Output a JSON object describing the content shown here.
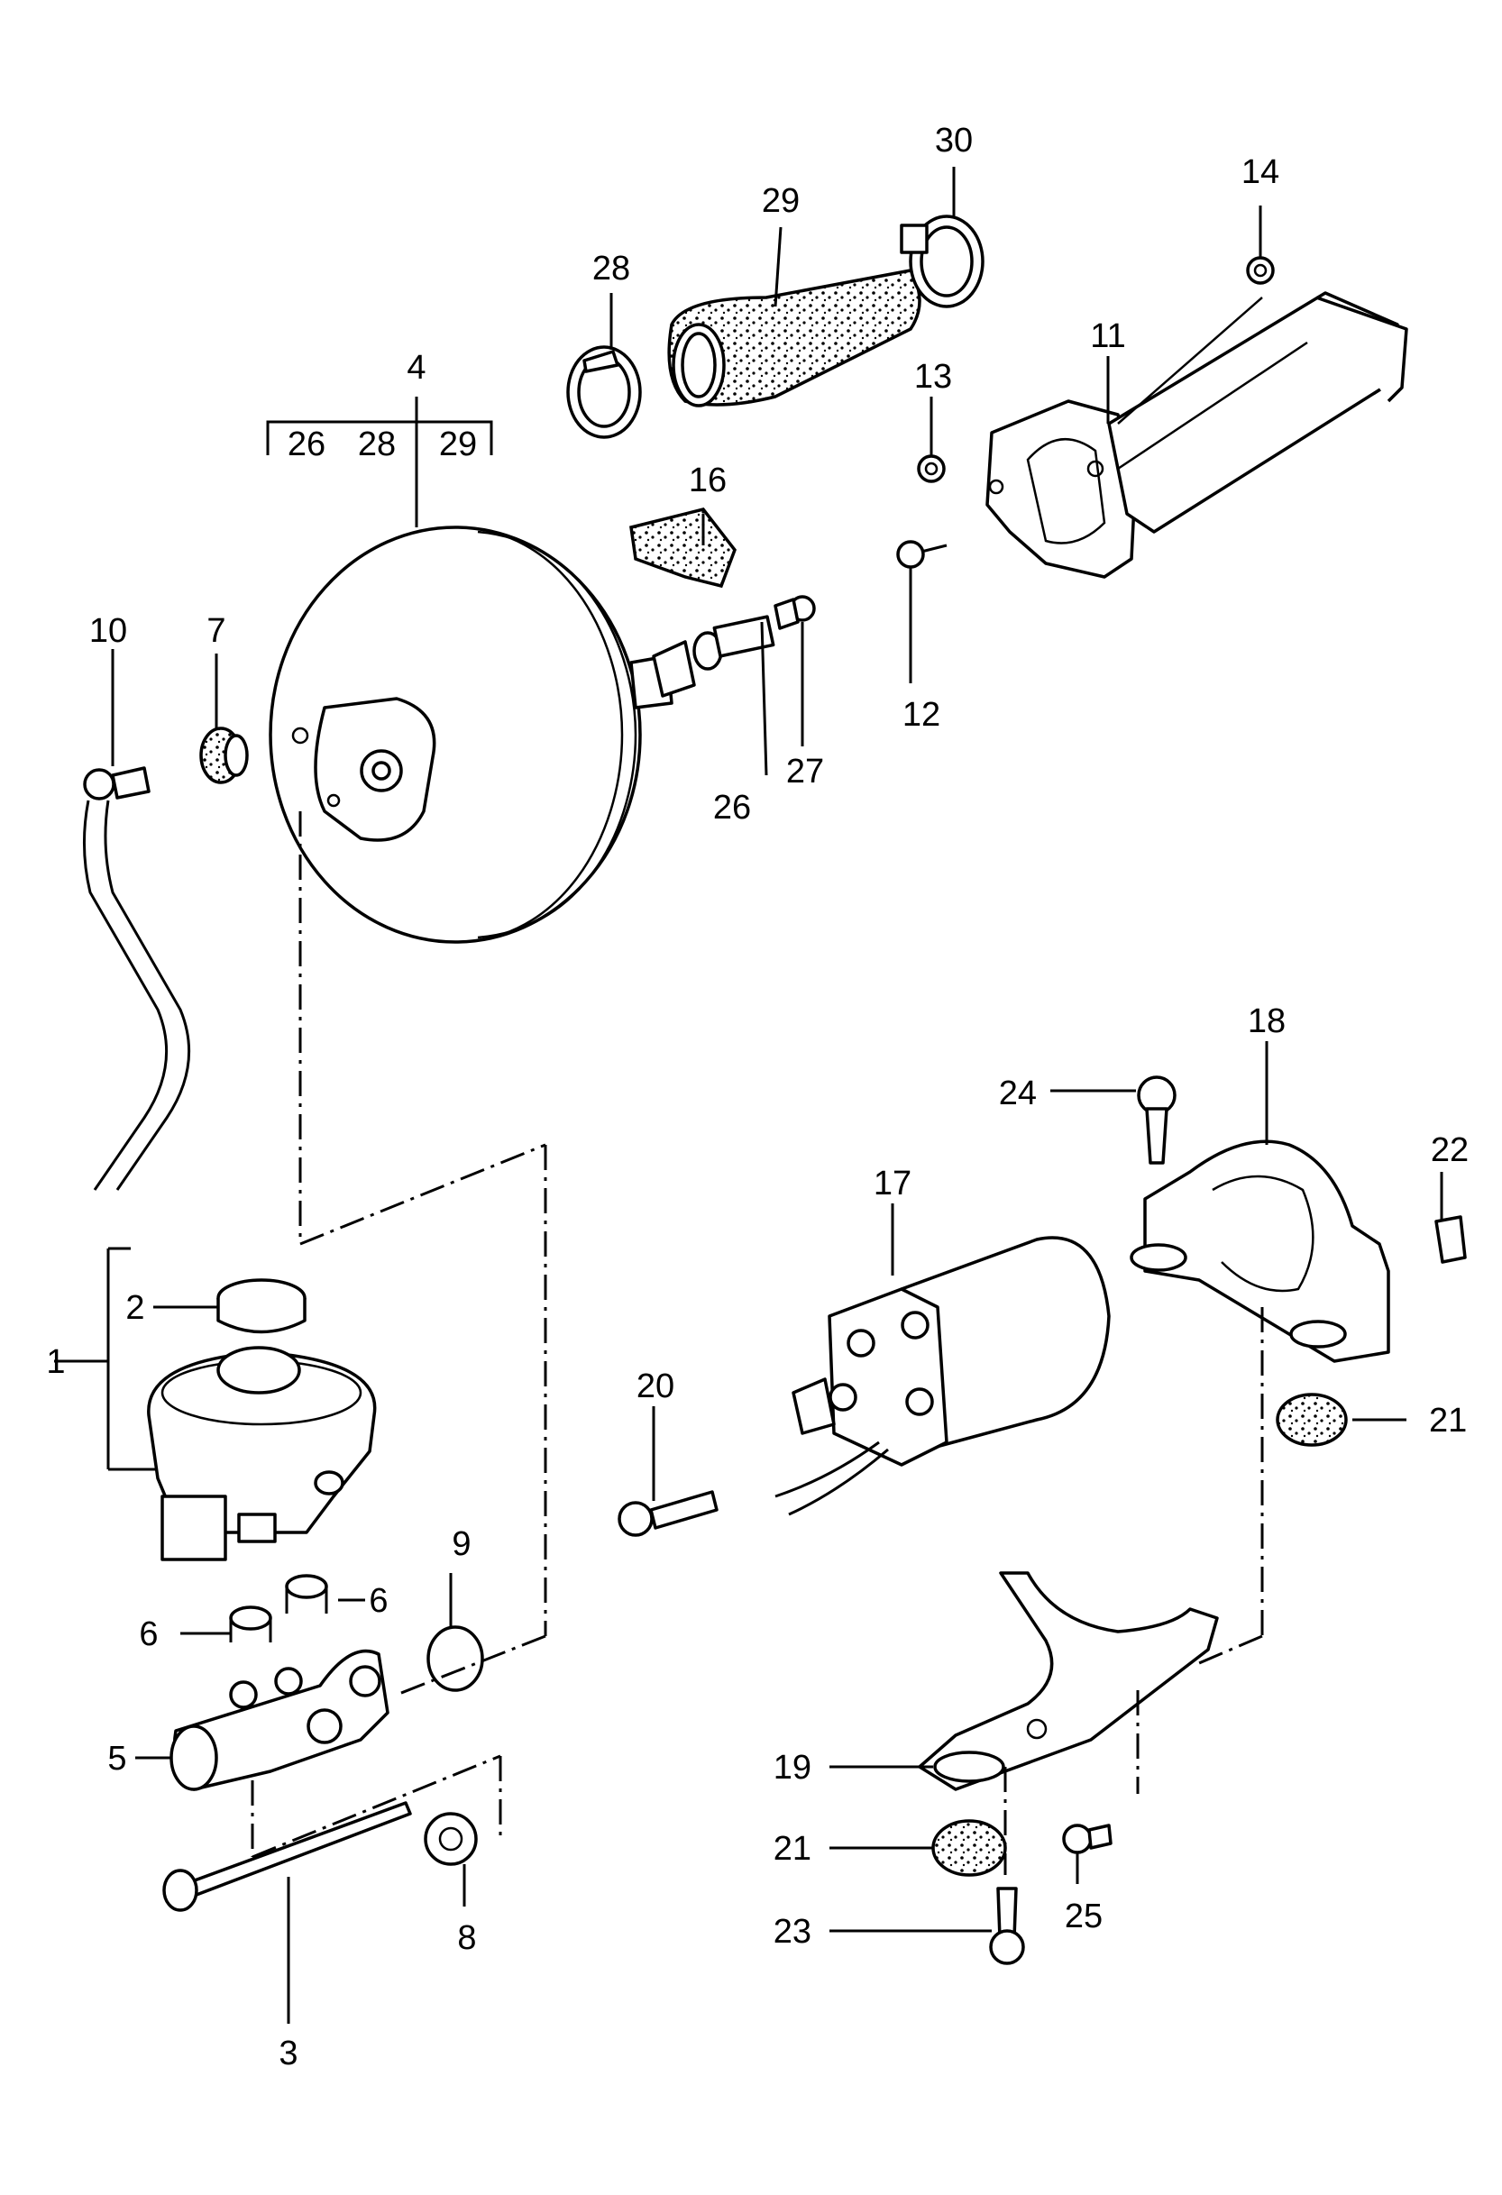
{
  "callouts": {
    "c1": "1",
    "c2": "2",
    "c3": "3",
    "c4": "4",
    "c5": "5",
    "c6a": "6",
    "c6b": "6",
    "c7": "7",
    "c8": "8",
    "c9": "9",
    "c10": "10",
    "c11": "11",
    "c12": "12",
    "c13": "13",
    "c14": "14",
    "c16": "16",
    "c17": "17",
    "c18": "18",
    "c19": "19",
    "c20": "20",
    "c21a": "21",
    "c21b": "21",
    "c22": "22",
    "c23": "23",
    "c24": "24",
    "c25": "25",
    "c26": "26",
    "c27": "27",
    "c28": "28",
    "c29": "29",
    "c30": "30"
  },
  "kit4": {
    "sub1": "26",
    "sub2": "28",
    "sub3": "29"
  }
}
